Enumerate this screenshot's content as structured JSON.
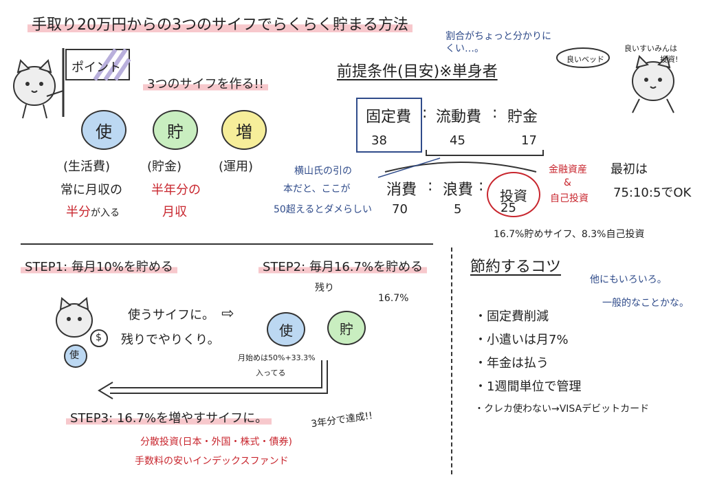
{
  "title": "手取り20万円からの3つのサイフでらくらく貯まる方法",
  "flag_label": "ポイント",
  "three_wallets": {
    "heading": "3つのサイフを作る!!",
    "wallets": [
      {
        "kanji": "使",
        "label": "(生活費)",
        "note1": "常に月収の",
        "note2_red": "半分",
        "note2_rest": "が入る",
        "color": "#bcd8f2"
      },
      {
        "kanji": "貯",
        "label": "(貯金)",
        "note1_red": "半年分の",
        "note2_red": "月収",
        "color": "#c9eec0"
      },
      {
        "kanji": "増",
        "label": "(運用)",
        "color": "#f6ee9a"
      }
    ]
  },
  "ratio": {
    "note_top": "割合がちょっと分かりにくい…。",
    "heading": "前提条件(目安)※単身者",
    "fixed_label": "固定費",
    "fixed_value": "38",
    "sep1": ":",
    "variable_label": "流動費",
    "variable_value": "45",
    "sep2": ":",
    "saving_label": "貯金",
    "saving_value": "17",
    "yokoyama_note": [
      "横山氏の引の",
      "本だと、ここが",
      "50超えるとダメらしい"
    ],
    "consume_label": "消費",
    "consume_value": "70",
    "waste_label": "浪費",
    "waste_value": "5",
    "invest_label": "投資",
    "invest_value": "25",
    "invest_breakdown": "16.7%貯めサイフ、8.3%自己投資",
    "red_note1": "金融資産",
    "red_note2": "&",
    "red_note3": "自己投資",
    "first_label": "最初は",
    "first_ratio": "75:10:5でOK",
    "cat_pillow": "良いベッド",
    "cat_note": [
      "良いすいみんは",
      "投資!"
    ]
  },
  "step1": {
    "heading": "STEP1: 毎月10%を貯める",
    "text1": "使うサイフに。",
    "text2": "残りでやりくり。",
    "wallet_kanji": "使",
    "bag_symbol": "$"
  },
  "arrow_symbol": "⇨",
  "step2": {
    "heading": "STEP2: 毎月16.7%を貯める",
    "remain_label": "残り",
    "percent_label": "16.7%",
    "wallet1": "使",
    "wallet2": "貯",
    "note1": "月始めは50%+33.3%",
    "note2": "入ってる"
  },
  "step3": {
    "heading": "STEP3: 16.7%を増やすサイフに。",
    "goal": "3年分で達成!!",
    "red1": "分散投資(日本・外国・株式・債券)",
    "red2": "手数料の安いインデックスファンド"
  },
  "tips": {
    "heading": "節約するコツ",
    "side_note1": "他にもいろいろ。",
    "side_note2": "一般的なことかな。",
    "items": [
      "・固定費削減",
      "・小遣いは月7%",
      "・年金は払う",
      "・1週間単位で管理",
      "・クレカ使わない→VISAデビットカード"
    ]
  }
}
